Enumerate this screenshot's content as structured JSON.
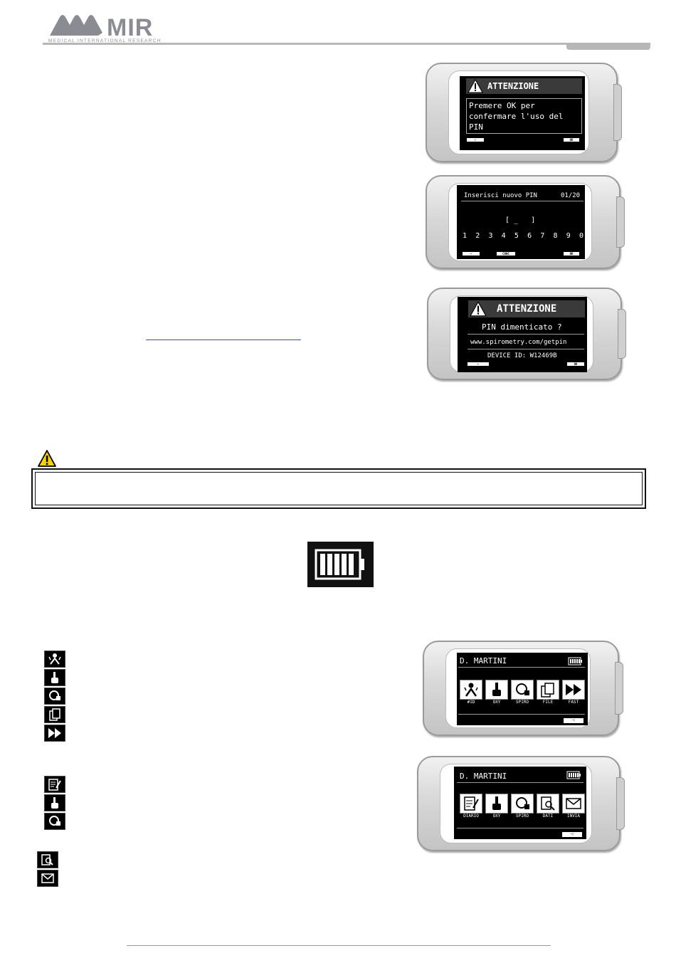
{
  "header": {
    "logo_text": "MIR",
    "logo_subtitle": "MEDICAL INTERNATIONAL RESEARCH"
  },
  "screen1": {
    "title": "ATTENZIONE",
    "message": "Premere OK per\nconfermare l'uso del\nPIN",
    "ok": "OK"
  },
  "screen2": {
    "prompt": "Inserisci nuovo PIN",
    "counter": "01/20",
    "pin_field": "[ _   ]",
    "digits": [
      "1",
      "2",
      "3",
      "4",
      "5",
      "6",
      "7",
      "8",
      "9",
      "0"
    ],
    "canc": "CANC",
    "ok": "OK"
  },
  "screen3": {
    "title": "ATTENZIONE",
    "line1": "PIN dimenticato ?",
    "line2": "www.spirometry.com/getpin",
    "line3": "DEVICE ID: W12469B",
    "ok": "OK"
  },
  "screen4": {
    "name": "D. MARTINI",
    "icons": [
      {
        "label": "#ID",
        "icon": "id-icon"
      },
      {
        "label": "OXY",
        "icon": "finger-icon"
      },
      {
        "label": "SPIRO",
        "icon": "spiro-icon"
      },
      {
        "label": "FILE",
        "icon": "file-icon"
      },
      {
        "label": "FAST",
        "icon": "fast-forward-icon"
      }
    ]
  },
  "screen5": {
    "name": "D. MARTINI",
    "icons": [
      {
        "label": "DIARIO",
        "icon": "diary-icon"
      },
      {
        "label": "OXY",
        "icon": "finger-icon"
      },
      {
        "label": "SPIRO",
        "icon": "spiro-icon"
      },
      {
        "label": "DATI",
        "icon": "data-icon"
      },
      {
        "label": "INVIA",
        "icon": "send-icon"
      }
    ]
  },
  "colors": {
    "screen_bg": "#000000",
    "device_body": "#d8d8d8",
    "logo_grey": "#8a8c94",
    "warning_yellow": "#f5d400",
    "link_blue": "#3355cc"
  }
}
